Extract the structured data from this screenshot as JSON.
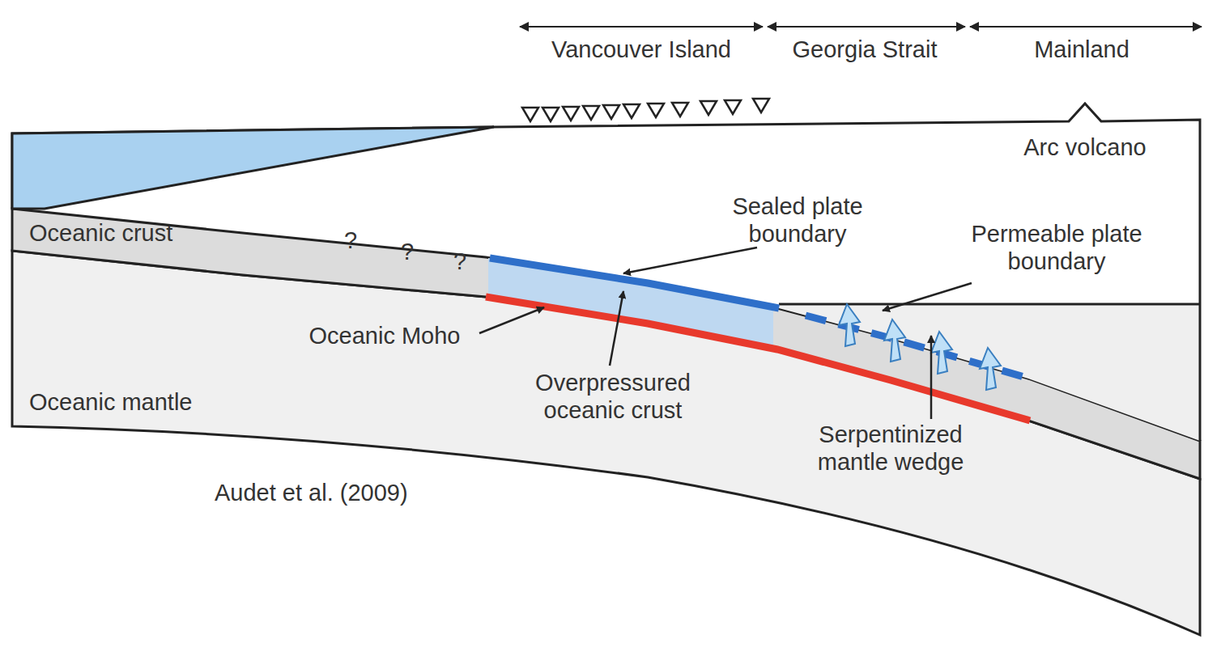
{
  "diagram": {
    "labels": [
      "Vancouver Island",
      "Georgia Strait",
      "Mainland",
      "Arc volcano",
      "Oceanic crust",
      "?",
      "?",
      "?",
      "Sealed plate boundary",
      "Permeable plate boundary",
      "Oceanic Moho",
      "Overpressured oceanic crust",
      "Serpentinized mantle wedge",
      "Oceanic mantle",
      "Audet et al. (2009)"
    ]
  }
}
